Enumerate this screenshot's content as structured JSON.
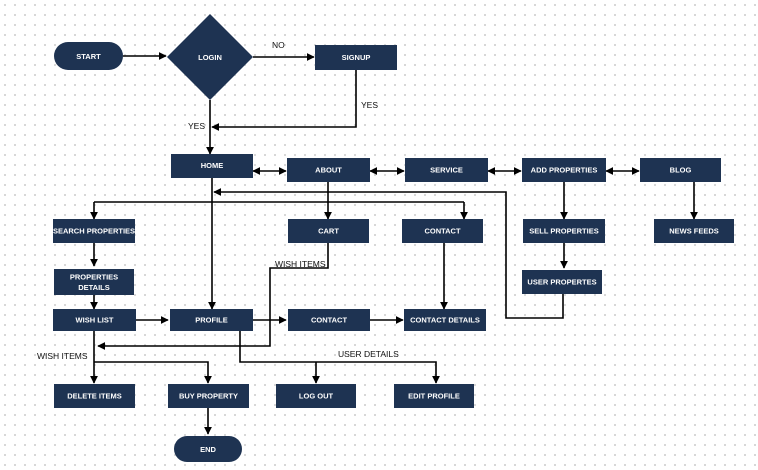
{
  "colors": {
    "node": "#1e3352",
    "line": "#000000",
    "text": "#ffffff",
    "label": "#111111"
  },
  "nodes": {
    "start": "START",
    "login": "LOGIN",
    "signup": "SIGNUP",
    "home": "HOME",
    "about": "ABOUT",
    "service": "SERVICE",
    "add_properties": "ADD PROPERTIES",
    "blog": "BLOG",
    "search_properties": "SEARCH PROPERTIES",
    "cart": "CART",
    "contact_top": "CONTACT",
    "sell_properties": "SELL PROPERTIES",
    "news_feeds": "NEWS FEEDS",
    "user_properties": "USER PROPERTES",
    "properties_details_line1": "PROPERTIES",
    "properties_details_line2": "DETAILS",
    "wish_list": "WISH LIST",
    "profile": "PROFILE",
    "contact_mid": "CONTACT",
    "contact_details": "CONTACT DETAILS",
    "delete_items": "DELETE ITEMS",
    "buy_property": "BUY PROPERTY",
    "log_out": "LOG OUT",
    "edit_profile": "EDIT PROFILE",
    "end": "END"
  },
  "edge_labels": {
    "no": "NO",
    "yes_signup": "YES",
    "yes_login": "YES",
    "wish_items_cart": "WISH ITEMS",
    "wish_items_list": "WISH ITEMS",
    "user_details": "USER DETAILS"
  }
}
